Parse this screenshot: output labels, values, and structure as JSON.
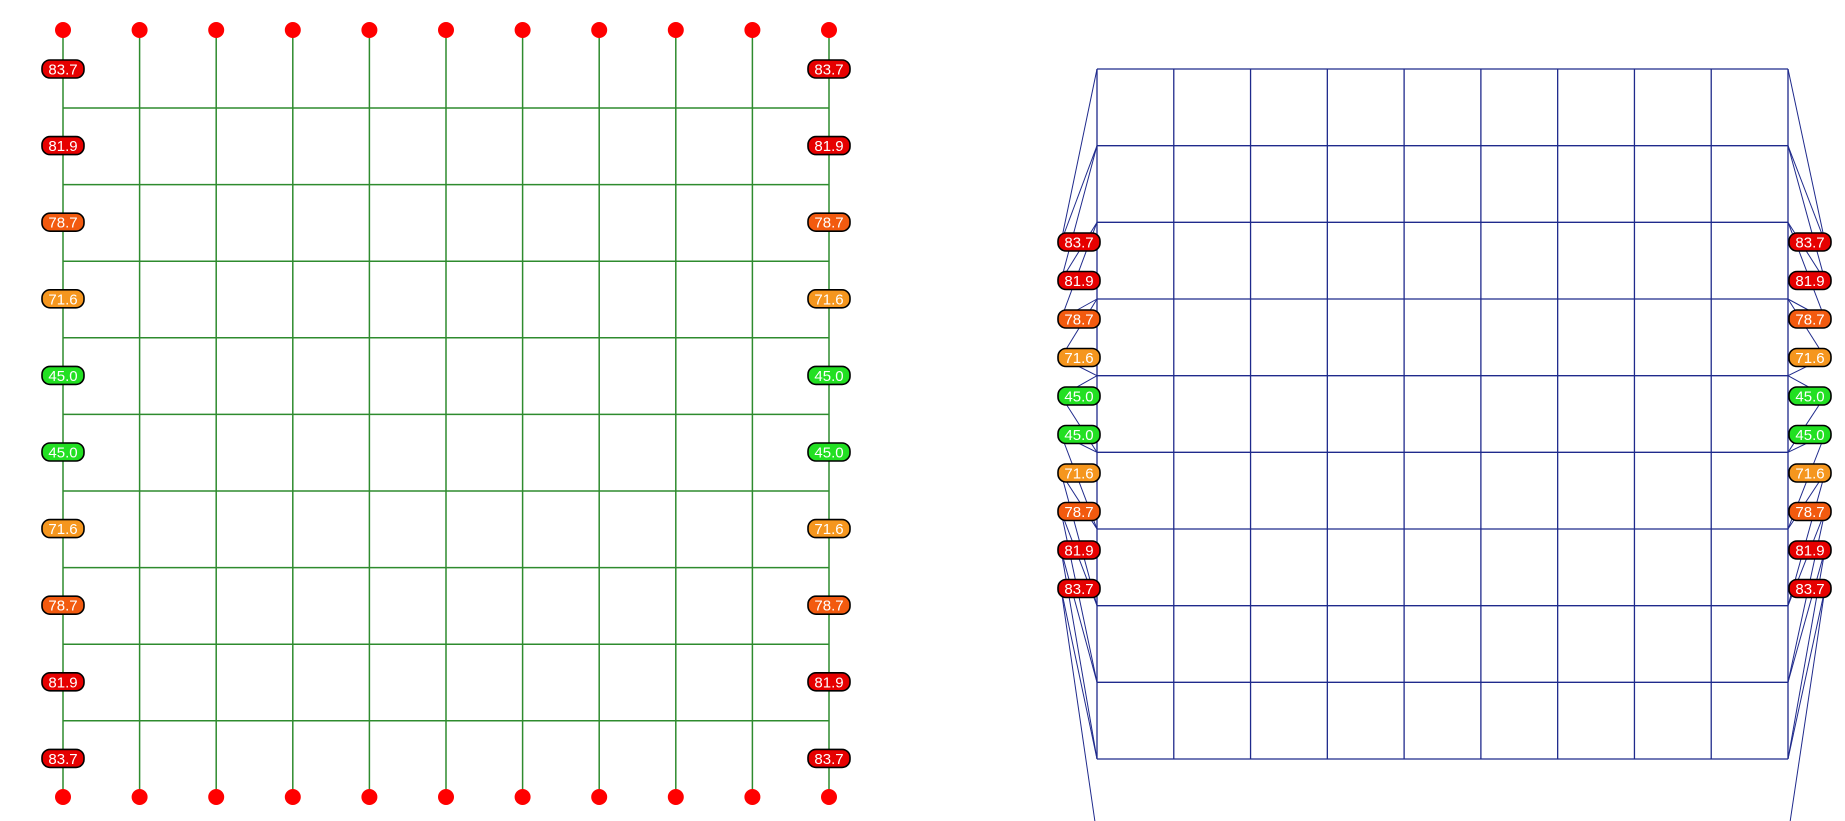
{
  "left_panel": {
    "pins": {
      "count": 11
    },
    "grid": {
      "vertical_lines": 11,
      "horizontal_lines": 9,
      "line_color": "#2e8b2e"
    },
    "pin_color": "#ff0000",
    "labels": [
      {
        "text": "83.7",
        "color": "#e60000"
      },
      {
        "text": "81.9",
        "color": "#e60000"
      },
      {
        "text": "78.7",
        "color": "#f25a0f"
      },
      {
        "text": "71.6",
        "color": "#f5961e"
      },
      {
        "text": "45.0",
        "color": "#22e022"
      },
      {
        "text": "45.0",
        "color": "#22e022"
      },
      {
        "text": "71.6",
        "color": "#f5961e"
      },
      {
        "text": "78.7",
        "color": "#f25a0f"
      },
      {
        "text": "81.9",
        "color": "#e60000"
      },
      {
        "text": "83.7",
        "color": "#e60000"
      }
    ]
  },
  "right_panel": {
    "grid": {
      "columns": 9,
      "rows": 9,
      "line_color": "#1f2a8c"
    },
    "labels": [
      {
        "text": "83.7",
        "color": "#e60000"
      },
      {
        "text": "81.9",
        "color": "#e60000"
      },
      {
        "text": "78.7",
        "color": "#f25a0f"
      },
      {
        "text": "71.6",
        "color": "#f5961e"
      },
      {
        "text": "45.0",
        "color": "#22e022"
      },
      {
        "text": "45.0",
        "color": "#22e022"
      },
      {
        "text": "71.6",
        "color": "#f5961e"
      },
      {
        "text": "78.7",
        "color": "#f25a0f"
      },
      {
        "text": "81.9",
        "color": "#e60000"
      },
      {
        "text": "83.7",
        "color": "#e60000"
      }
    ]
  }
}
